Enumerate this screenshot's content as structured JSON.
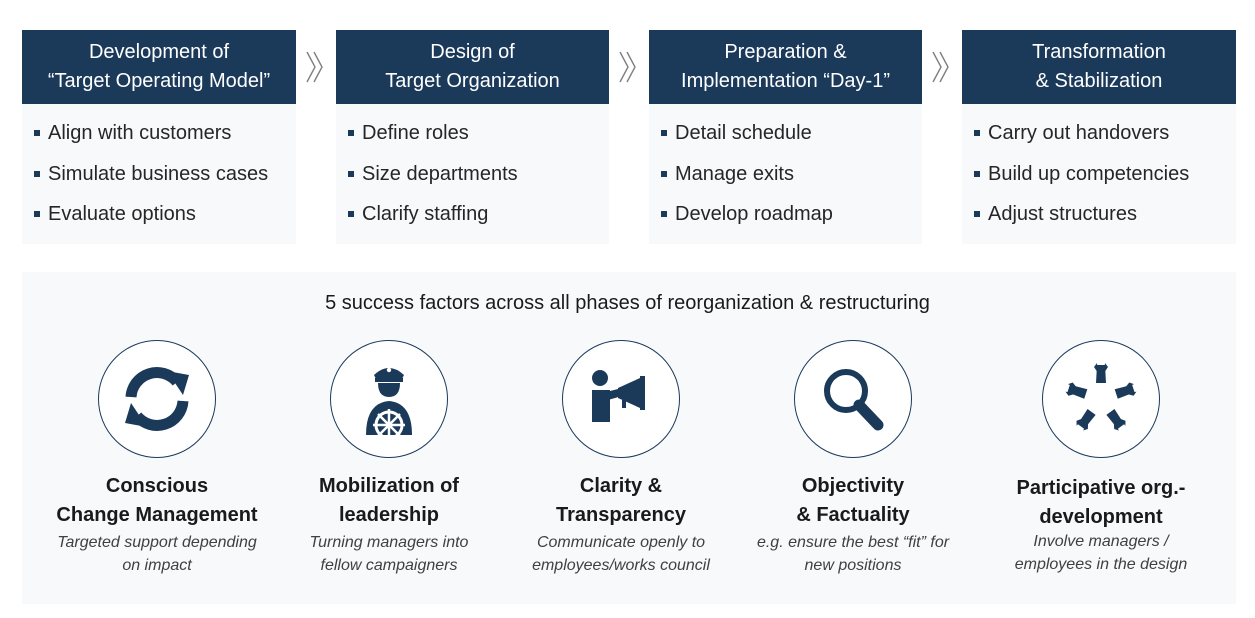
{
  "phases": [
    {
      "title_line1": "Development of",
      "title_line2": "“Target Operating Model”",
      "items": [
        "Align with customers",
        "Simulate business cases",
        "Evaluate options"
      ]
    },
    {
      "title_line1": "Design of",
      "title_line2": "Target Organization",
      "items": [
        "Define roles",
        "Size departments",
        "Clarify staffing"
      ]
    },
    {
      "title_line1": "Preparation &",
      "title_line2": "Implementation “Day-1”",
      "items": [
        "Detail schedule",
        "Manage exits",
        "Develop roadmap"
      ]
    },
    {
      "title_line1": "Transformation",
      "title_line2": "& Stabilization",
      "items": [
        "Carry out handovers",
        "Build up competencies",
        "Adjust structures"
      ]
    }
  ],
  "factors_title": "5 success factors across all phases of reorganization & restructuring",
  "factors": [
    {
      "icon": "refresh-arrows-icon",
      "title_line1": "Conscious",
      "title_line2": "Change Management",
      "desc_line1": "Targeted support depending",
      "desc_line2": "on impact"
    },
    {
      "icon": "captain-at-helm-icon",
      "title_line1": "Mobilization of",
      "title_line2": "leadership",
      "desc_line1": "Turning managers into",
      "desc_line2": "fellow campaigners"
    },
    {
      "icon": "person-megaphone-icon",
      "title_line1": "Clarity &",
      "title_line2": "Transparency",
      "desc_line1": "Communicate openly to",
      "desc_line2": "employees/works council"
    },
    {
      "icon": "magnifier-icon",
      "title_line1": "Objectivity",
      "title_line2": "& Factuality",
      "desc_line1": "e.g. ensure the best “fit” for",
      "desc_line2": "new positions"
    },
    {
      "icon": "joined-hands-icon",
      "title_line1": "Participative org.-",
      "title_line2": "development",
      "desc_line1": "Involve managers /",
      "desc_line2": "employees in the design"
    }
  ],
  "colors": {
    "primary": "#1b3a5a",
    "panel": "#f7f9fb"
  }
}
